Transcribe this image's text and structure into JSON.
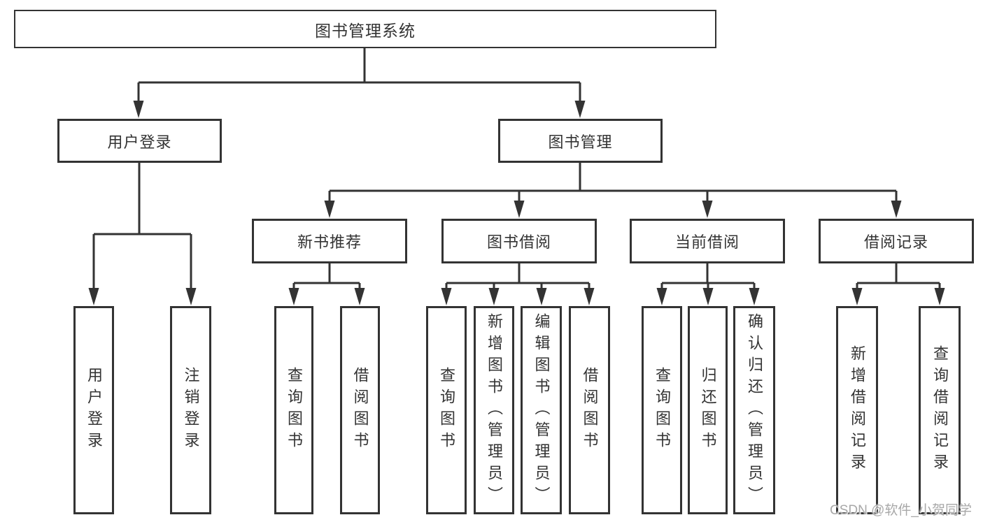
{
  "tree": {
    "label": "图书管理系统",
    "children": [
      {
        "label": "用户登录",
        "children": [
          {
            "label": "用户登录"
          },
          {
            "label": "注销登录"
          }
        ]
      },
      {
        "label": "图书管理",
        "children": [
          {
            "label": "新书推荐",
            "children": [
              {
                "label": "查询图书"
              },
              {
                "label": "借阅图书"
              }
            ]
          },
          {
            "label": "图书借阅",
            "children": [
              {
                "label": "查询图书"
              },
              {
                "label": "新增图书（管理员）"
              },
              {
                "label": "编辑图书（管理员）"
              },
              {
                "label": "借阅图书"
              }
            ]
          },
          {
            "label": "当前借阅",
            "children": [
              {
                "label": "查询图书"
              },
              {
                "label": "归还图书"
              },
              {
                "label": "确认归还（管理员）"
              }
            ]
          },
          {
            "label": "借阅记录",
            "children": [
              {
                "label": "新增借阅记录"
              },
              {
                "label": "查询借阅记录"
              }
            ]
          }
        ]
      }
    ]
  },
  "watermark": "CSDN @软件_小贺同学",
  "colors": {
    "line": "#333333",
    "text": "#333333",
    "box_background": "#ffffff",
    "watermark": "#a8a8a8"
  }
}
